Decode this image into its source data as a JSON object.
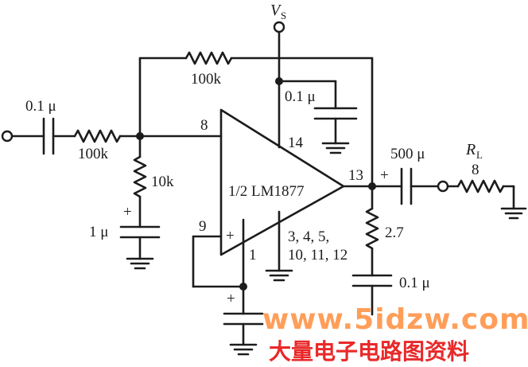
{
  "supply": {
    "symbol": "V",
    "subscript": "S"
  },
  "input_capacitor": "0.1 μ",
  "input_resistor": "100k",
  "feedback_resistor": "100k",
  "bias_resistor": "10k",
  "bias_capacitor": "1 μ",
  "bypass_capacitor": "0.1 μ",
  "amplifier": {
    "label": "1/2  LM1877",
    "pin_inverting": "8",
    "pin_noninverting": "9",
    "pin_supply": "14",
    "pin_output": "13",
    "pin_bypass": "1",
    "pins_ground_line1": "3, 4, 5,",
    "pins_ground_line2": "10, 11, 12"
  },
  "output_capacitor": "500 μ",
  "output_capacitor_polarity": "+",
  "bias_capacitor_polarity": "+",
  "bypass_pin_cap_polarity": "+",
  "input_polarity_plus": "+",
  "load": {
    "symbol": "R",
    "subscript": "L",
    "value": "8"
  },
  "zobel_resistor": "2.7",
  "zobel_capacitor": "0.1 μ",
  "watermark": {
    "url": "www.5idzw.com",
    "title": "大量电子电路图资料"
  }
}
